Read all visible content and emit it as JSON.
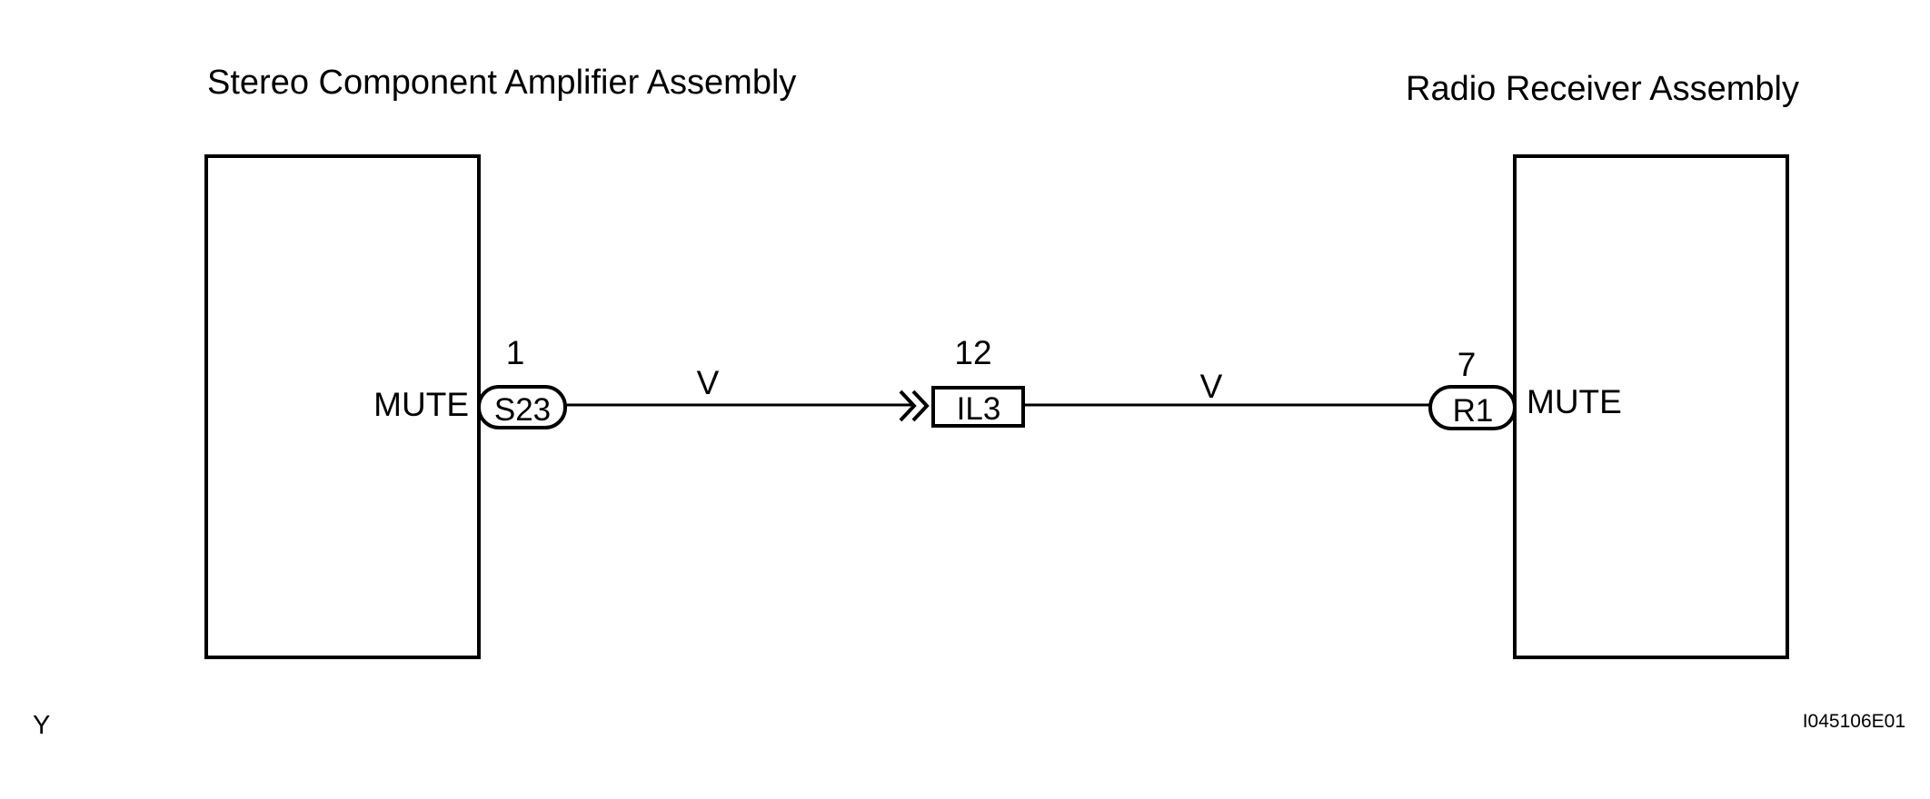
{
  "left_component": {
    "title": "Stereo Component Amplifier Assembly",
    "terminal": "MUTE",
    "connector": "S23",
    "pin": "1"
  },
  "right_component": {
    "title": "Radio Receiver Assembly",
    "terminal": "MUTE",
    "connector": "R1",
    "pin": "7"
  },
  "junction": {
    "connector": "IL3",
    "pin": "12"
  },
  "wires": [
    {
      "color_code": "V"
    },
    {
      "color_code": "V"
    }
  ],
  "footer": {
    "left_code": "Y",
    "figure_id": "I045106E01"
  }
}
